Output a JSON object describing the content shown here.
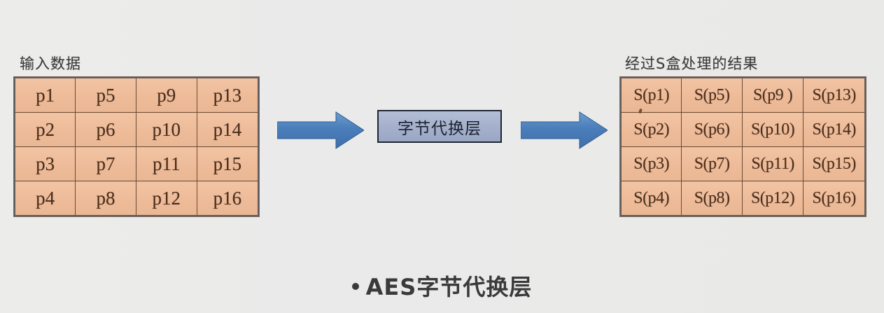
{
  "page": {
    "background_color": "#ebeaea",
    "caption_bullet": "·",
    "caption_text": "AES字节代换层"
  },
  "input_table": {
    "label": "输入数据",
    "fill_color": "#eebb99",
    "border_color": "#6b4a33",
    "rows": [
      [
        "p1",
        "p5",
        "p9",
        "p13"
      ],
      [
        "p2",
        "p6",
        "p10",
        "p14"
      ],
      [
        "p3",
        "p7",
        "p11",
        "p15"
      ],
      [
        "p4",
        "p8",
        "p12",
        "p16"
      ]
    ]
  },
  "process": {
    "label": "字节代换层",
    "fill_color": "#a5b1cc",
    "border_color": "#1e2633"
  },
  "arrows": {
    "color": "#4a7ebb",
    "left": {
      "name": "arrow-input-to-process",
      "direction": "right"
    },
    "right": {
      "name": "arrow-process-to-output",
      "direction": "right"
    }
  },
  "output_table": {
    "label": "经过S盒处理的结果",
    "fill_color": "#eebb99",
    "border_color": "#6b4a33",
    "rows": [
      [
        "S(p1)",
        "S(p5)",
        "S(p9 )",
        "S(p13)"
      ],
      [
        "S(p2)",
        "S(p6)",
        "S(p10)",
        "S(p14)"
      ],
      [
        "S(p3)",
        "S(p7)",
        "S(p11)",
        "S(p15)"
      ],
      [
        "S(p4)",
        "S(p8)",
        "S(p12)",
        "S(p16)"
      ]
    ]
  }
}
